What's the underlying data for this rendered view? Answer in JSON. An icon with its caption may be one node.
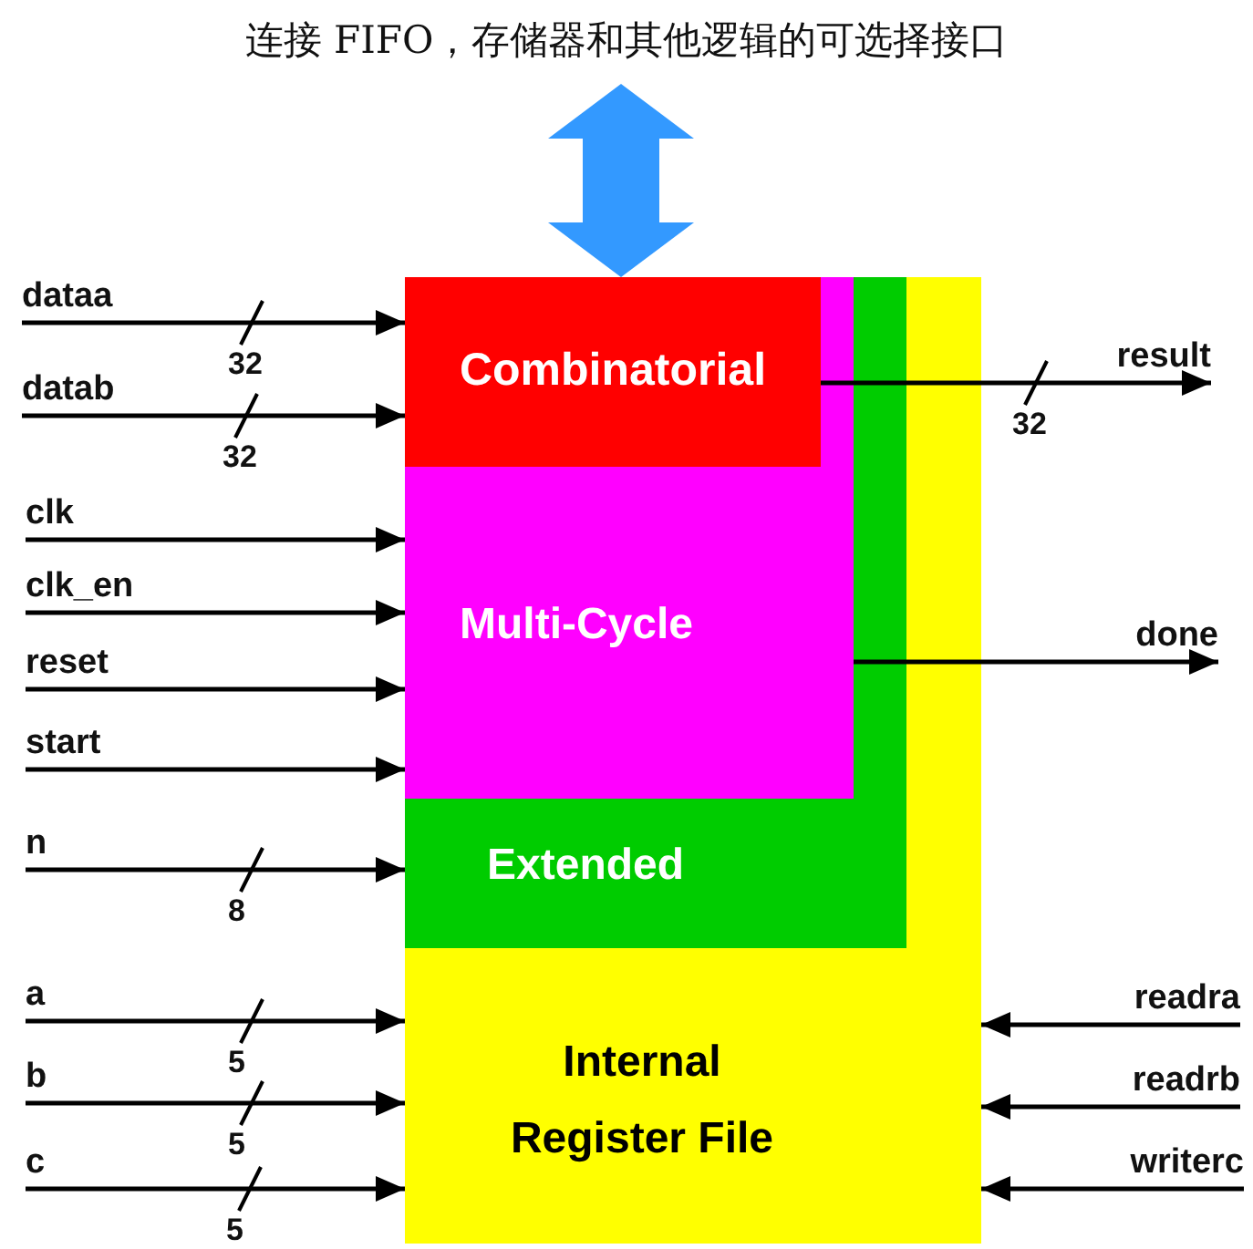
{
  "diagram": {
    "nodes": [
      {
        "text": [
          "Internal Register File"
        ]
      },
      {
        "text": [
          "Extended"
        ],
        "in": 0
      },
      {
        "text": [
          "Multi-Cycle"
        ],
        "in": 1
      },
      {
        "text": [
          "Combinatorial"
        ],
        "in": 2
      },
      {
        "text": [
          "连接 FIFO，存储器和其他逻辑的可选择接口"
        ]
      },
      {
        "text": [
          "dataa"
        ]
      },
      {
        "text": [
          "datab"
        ]
      },
      {
        "text": [
          "clk"
        ]
      },
      {
        "text": [
          "clk_en"
        ]
      },
      {
        "text": [
          "reset"
        ]
      },
      {
        "text": [
          "start"
        ]
      },
      {
        "text": [
          "n"
        ]
      },
      {
        "text": [
          "a"
        ]
      },
      {
        "text": [
          "b"
        ]
      },
      {
        "text": [
          "c"
        ]
      },
      {
        "text": [
          "result"
        ]
      },
      {
        "text": [
          "done"
        ]
      },
      {
        "text": [
          "readra"
        ]
      },
      {
        "text": [
          "readrb"
        ]
      },
      {
        "text": [
          "writerc"
        ]
      }
    ],
    "edges": [
      {
        "from": 4,
        "to": 0,
        "arrow": "both",
        "style": "thick",
        "color": "#3399ff"
      },
      {
        "from": 5,
        "to": 3,
        "arrow": "to",
        "label": "32"
      },
      {
        "from": 6,
        "to": 3,
        "arrow": "to",
        "label": "32"
      },
      {
        "from": 7,
        "to": 2,
        "arrow": "to"
      },
      {
        "from": 8,
        "to": 2,
        "arrow": "to"
      },
      {
        "from": 9,
        "to": 2,
        "arrow": "to"
      },
      {
        "from": 10,
        "to": 2,
        "arrow": "to"
      },
      {
        "from": 11,
        "to": 1,
        "arrow": "to",
        "label": "8"
      },
      {
        "from": 12,
        "to": 0,
        "arrow": "to",
        "label": "5"
      },
      {
        "from": 13,
        "to": 0,
        "arrow": "to",
        "label": "5"
      },
      {
        "from": 14,
        "to": 0,
        "arrow": "to",
        "label": "5"
      },
      {
        "from": 3,
        "to": 15,
        "arrow": "to",
        "label": "32"
      },
      {
        "from": 2,
        "to": 16,
        "arrow": "to"
      },
      {
        "from": 17,
        "to": 0,
        "arrow": "to"
      },
      {
        "from": 18,
        "to": 0,
        "arrow": "to"
      },
      {
        "from": 19,
        "to": 0,
        "arrow": "to"
      }
    ]
  }
}
